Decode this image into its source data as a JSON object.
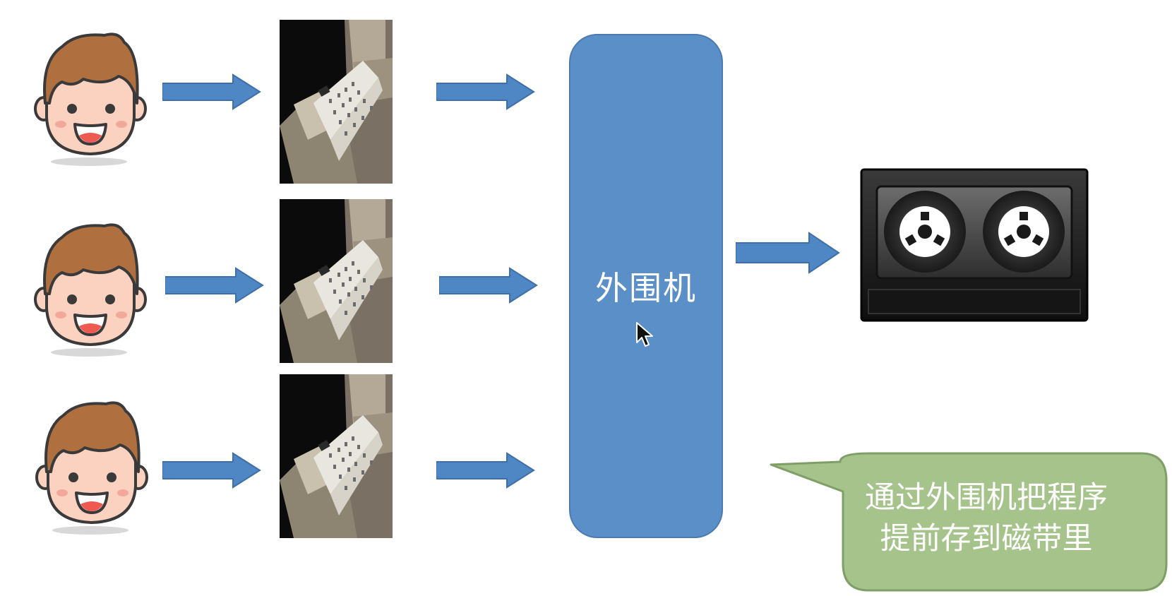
{
  "peripheral": {
    "label": "外围机"
  },
  "speech_bubble": {
    "line1": "通过外围机把程序",
    "line2": "提前存到磁带里"
  },
  "colors": {
    "arrow": "#4f86c4",
    "peripheral_box": "#5b8fc7",
    "bubble": "#a5c38a",
    "face_skin": "#fbd1bf",
    "hair": "#b06f3f",
    "tape_body": "#1a1a1a"
  },
  "icons": {
    "users": "smiling-person-icon",
    "cards": "punched-card-photo",
    "storage": "magnetic-tape-icon"
  },
  "rows": [
    {
      "id": "user-1"
    },
    {
      "id": "user-2"
    },
    {
      "id": "user-3"
    }
  ]
}
